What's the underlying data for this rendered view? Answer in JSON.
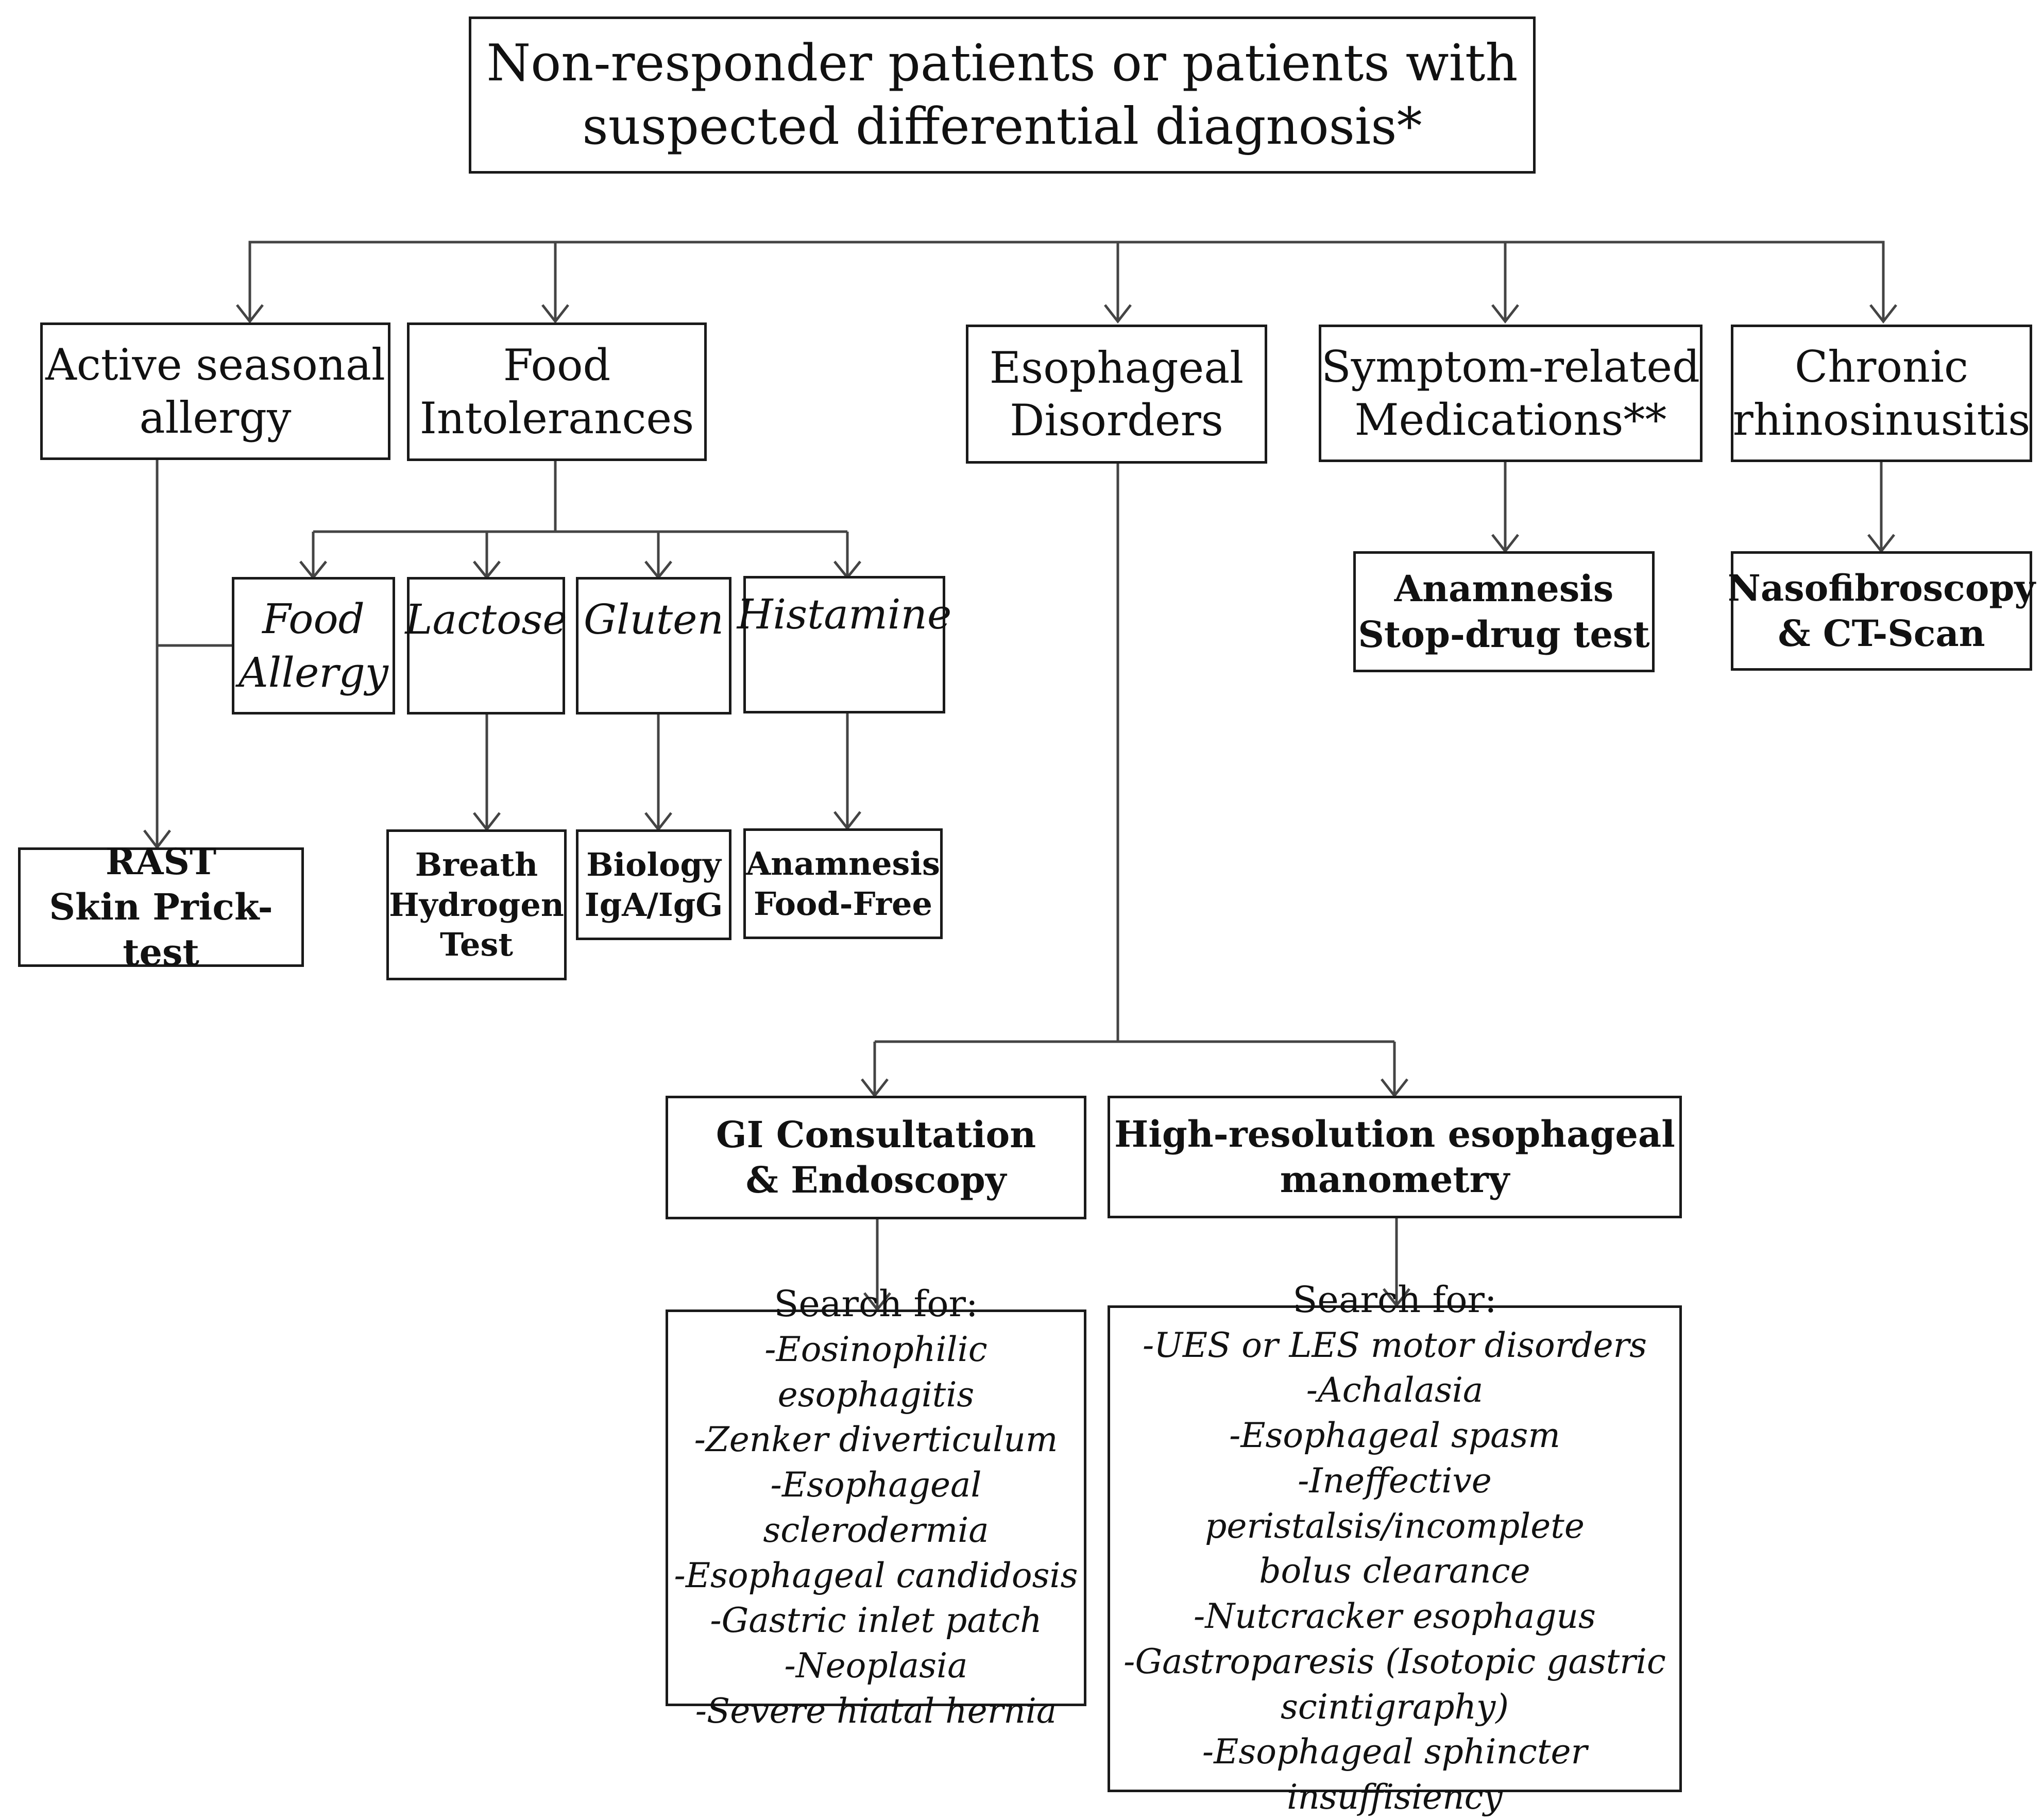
{
  "root": {
    "line1": "Non-responder patients or patients with",
    "line2": "suspected differential diagnosis*"
  },
  "categories": {
    "seasonal": [
      "Active seasonal",
      "allergy"
    ],
    "food_intol": [
      "Food",
      "Intolerances"
    ],
    "esophageal": [
      "Esophageal",
      "Disorders"
    ],
    "medications": [
      "Symptom-related",
      "Medications**"
    ],
    "rhino": [
      "Chronic",
      "rhinosinusitis"
    ]
  },
  "food_sub": {
    "allergy": [
      "Food",
      "Allergy"
    ],
    "lactose": "Lactose",
    "gluten": "Gluten",
    "histamine": "Histamine"
  },
  "tests": {
    "rast": [
      "RAST",
      "Skin Prick-test"
    ],
    "breath": [
      "Breath",
      "Hydrogen",
      "Test"
    ],
    "biology": [
      "Biology",
      "IgA/IgG"
    ],
    "anamnesis_food": [
      "Anamnesis",
      "Food-Free"
    ],
    "anamnesis_drug": [
      "Anamnesis",
      "Stop-drug test"
    ],
    "nasofib": [
      "Nasofibroscopy",
      "& CT-Scan"
    ]
  },
  "gi": {
    "title": [
      "GI Consultation",
      "& Endoscopy"
    ],
    "search_head": "Search for:",
    "items": [
      "-Eosinophilic esophagitis",
      "-Zenker diverticulum",
      "-Esophageal sclerodermia",
      "-Esophageal candidosis",
      "-Gastric inlet patch",
      "-Neoplasia",
      "-Severe hiatal hernia"
    ]
  },
  "manometry": {
    "title": [
      "High-resolution esophageal",
      "manometry"
    ],
    "search_head": "Search for:",
    "items": [
      "-UES or LES motor disorders",
      "-Achalasia",
      "-Esophageal spasm",
      "-Ineffective peristalsis/incomplete",
      "bolus clearance",
      "-Nutcracker esophagus",
      "-Gastroparesis (Isotopic gastric",
      "scintigraphy)",
      "-Esophageal sphincter insuffisiency"
    ]
  }
}
